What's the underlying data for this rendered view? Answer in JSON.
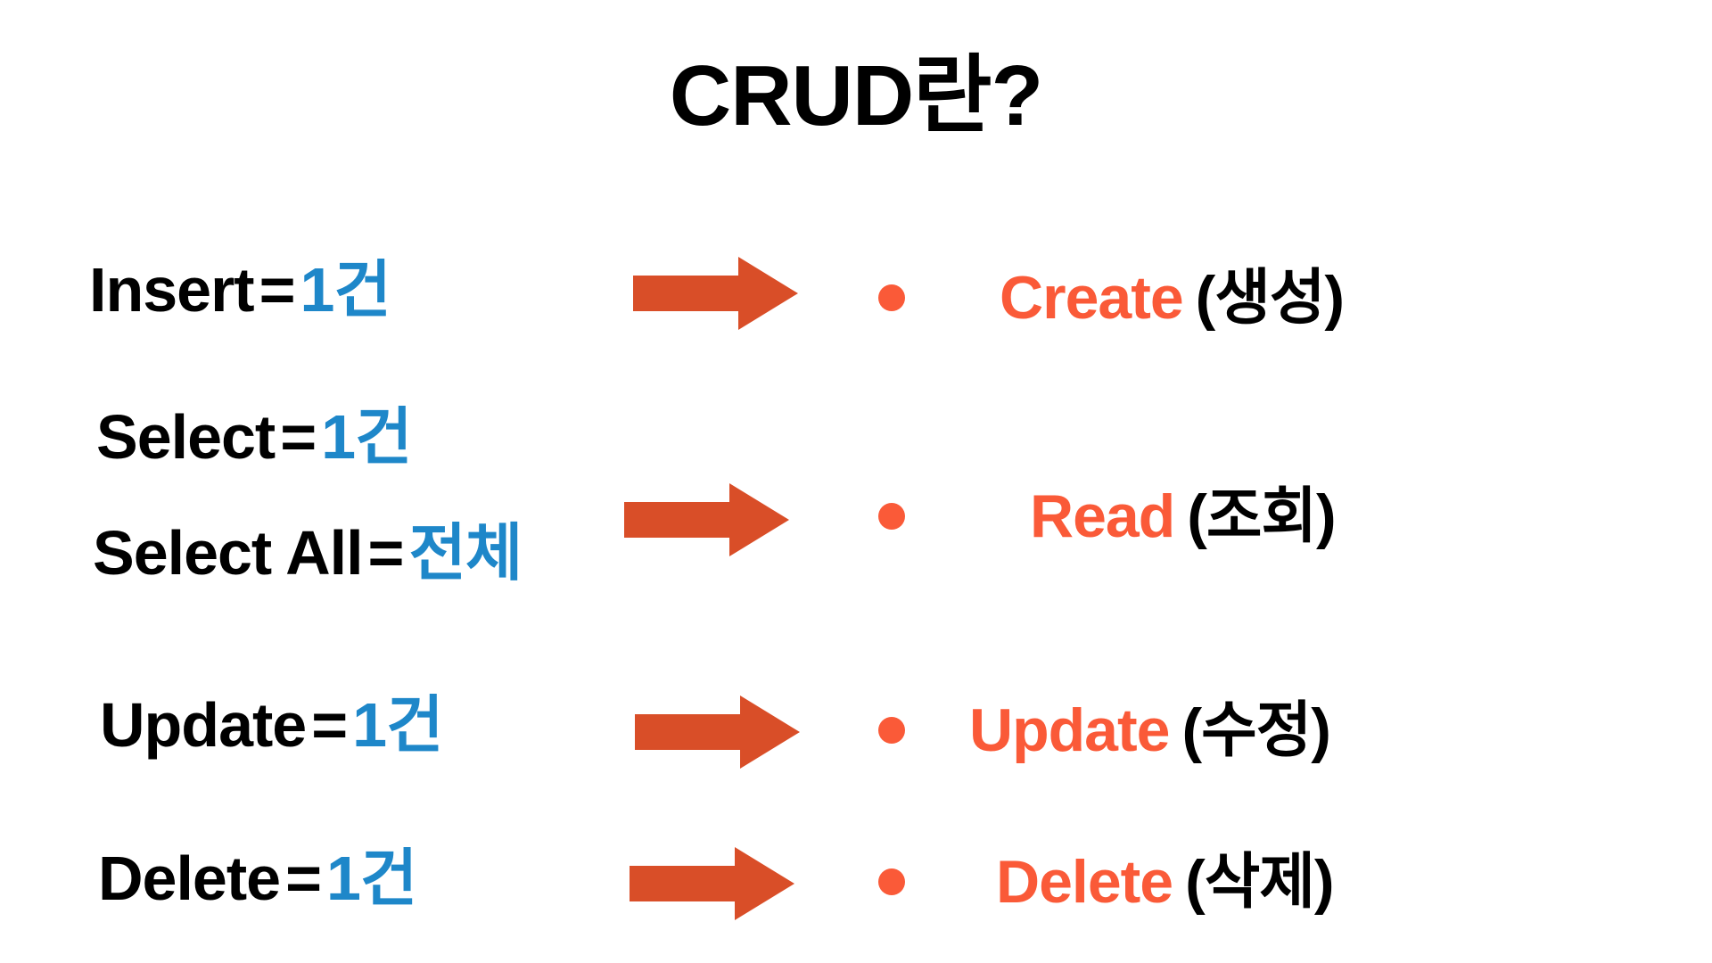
{
  "slide": {
    "title": "CRUD란?",
    "background_color": "#FFFFFF"
  },
  "colors": {
    "title_text": "#000000",
    "left_label": "#000000",
    "left_quantity": "#1E87C9",
    "arrow": "#D94E28",
    "bullet": "#FA5A38",
    "right_english": "#FA5A38",
    "right_korean": "#000000"
  },
  "left_column": {
    "rows": [
      {
        "operation": "Insert",
        "equals": "=",
        "quantity": "1건"
      },
      {
        "operation": "Select",
        "equals": "=",
        "quantity": "1건"
      },
      {
        "operation": "Select All",
        "equals": "=",
        "quantity": "전체"
      },
      {
        "operation": "Update",
        "equals": "=",
        "quantity": "1건"
      },
      {
        "operation": "Delete",
        "equals": "=",
        "quantity": "1건"
      }
    ]
  },
  "arrows": [
    {
      "name": "arrow-create",
      "direction": "right"
    },
    {
      "name": "arrow-read",
      "direction": "right"
    },
    {
      "name": "arrow-update",
      "direction": "right"
    },
    {
      "name": "arrow-delete",
      "direction": "right"
    }
  ],
  "right_column": {
    "rows": [
      {
        "bullet": "•",
        "english": "Create",
        "korean": "(생성)"
      },
      {
        "bullet": "•",
        "english": "Read",
        "korean": "(조회)"
      },
      {
        "bullet": "•",
        "english": "Update",
        "korean": "(수정)"
      },
      {
        "bullet": "•",
        "english": "Delete",
        "korean": "(삭제)"
      }
    ]
  }
}
